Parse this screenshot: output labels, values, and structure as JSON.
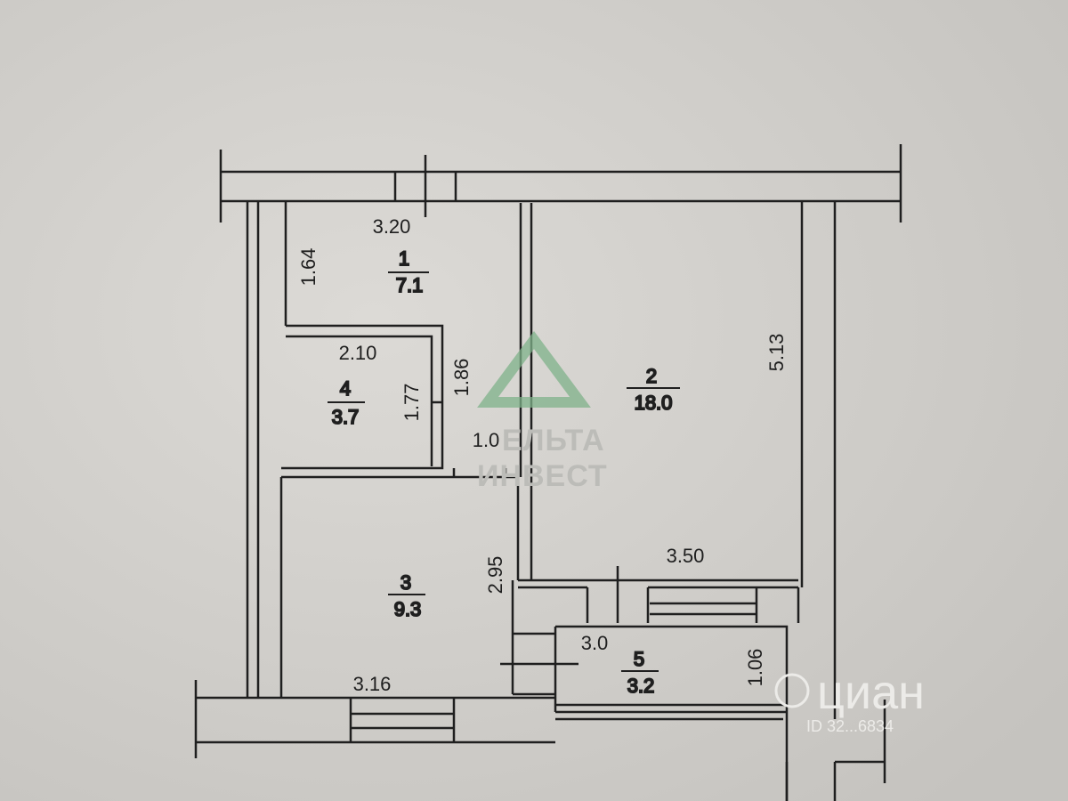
{
  "floor_plan": {
    "rooms": [
      {
        "number": "1",
        "area": "7.1"
      },
      {
        "number": "2",
        "area": "18.0"
      },
      {
        "number": "3",
        "area": "9.3"
      },
      {
        "number": "4",
        "area": "3.7"
      },
      {
        "number": "5",
        "area": "3.2"
      }
    ],
    "dimensions": {
      "room1_width": "3.20",
      "room1_depth": "1.64",
      "room4_width": "2.10",
      "room4_depth_inner": "1.77",
      "room4_depth_outer": "1.86",
      "door_width": "1.0",
      "room2_depth": "5.13",
      "room2_width": "3.50",
      "room3_depth": "2.95",
      "room3_width": "3.16",
      "room5_width": "3.0",
      "room5_depth": "1.06"
    }
  },
  "watermark": {
    "line1": "ЕЛЬТА",
    "line2": "ИНВЕСТ"
  },
  "cian_watermark": {
    "brand": "циан",
    "id": "ID 32...6834"
  },
  "colors": {
    "background": "#d2d0cc",
    "line": "#1f1f1f",
    "watermark_green": "#6fa87c"
  }
}
